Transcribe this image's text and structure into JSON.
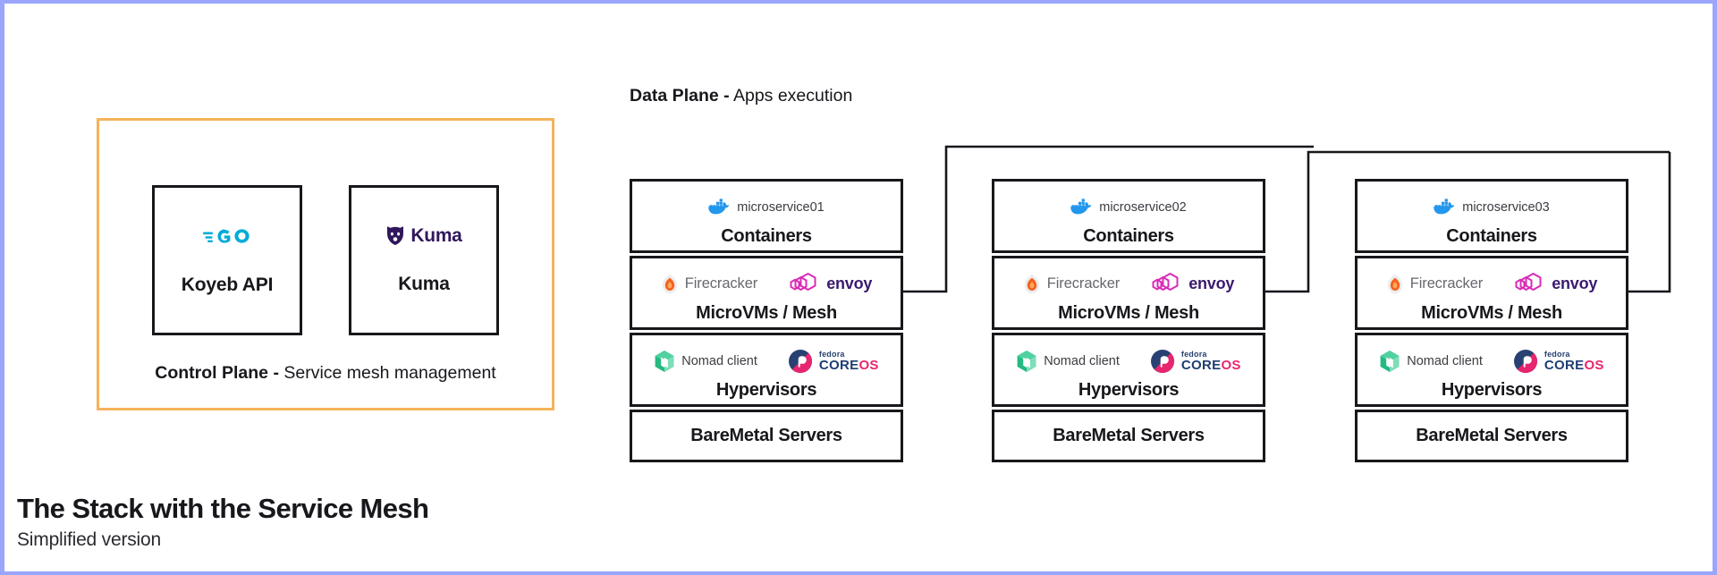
{
  "page": {
    "border_color": "#9aa5fb",
    "background": "#ffffff"
  },
  "title": {
    "main": "The Stack with the Service Mesh",
    "sub": "Simplified version"
  },
  "control_plane": {
    "border_color": "#f5b35b",
    "footer_bold": "Control Plane -",
    "footer_rest": " Service mesh management",
    "cards": [
      {
        "label": "Koyeb API",
        "logo_name": "go-logo",
        "logo_text": "GO",
        "logo_color": "#00acd7"
      },
      {
        "label": "Kuma",
        "logo_name": "kuma-logo",
        "logo_text": "Kuma",
        "logo_color": "#30175c"
      }
    ]
  },
  "data_plane": {
    "heading_bold": "Data Plane -",
    "heading_rest": " Apps execution",
    "stacks": [
      {
        "id": "stack-1",
        "layers": {
          "containers": {
            "title": "Containers",
            "icon_label": "microservice01",
            "icon_name": "docker-icon"
          },
          "microvms": {
            "title": "MicroVMs / Mesh",
            "icon1_label": "Firecracker",
            "icon1_name": "firecracker-icon",
            "icon2_label": "envoy",
            "icon2_name": "envoy-icon"
          },
          "hypervisors": {
            "title": "Hypervisors",
            "icon1_label": "Nomad client",
            "icon1_name": "nomad-icon",
            "icon2_fedora": "fedora",
            "icon2_core": "CORE",
            "icon2_os": "OS",
            "icon2_name": "fedora-coreos-icon"
          },
          "baremetal": {
            "title": "BareMetal Servers"
          }
        }
      },
      {
        "id": "stack-2",
        "layers": {
          "containers": {
            "title": "Containers",
            "icon_label": "microservice02",
            "icon_name": "docker-icon"
          },
          "microvms": {
            "title": "MicroVMs / Mesh",
            "icon1_label": "Firecracker",
            "icon1_name": "firecracker-icon",
            "icon2_label": "envoy",
            "icon2_name": "envoy-icon"
          },
          "hypervisors": {
            "title": "Hypervisors",
            "icon1_label": "Nomad client",
            "icon1_name": "nomad-icon",
            "icon2_fedora": "fedora",
            "icon2_core": "CORE",
            "icon2_os": "OS",
            "icon2_name": "fedora-coreos-icon"
          },
          "baremetal": {
            "title": "BareMetal Servers"
          }
        }
      },
      {
        "id": "stack-3",
        "layers": {
          "containers": {
            "title": "Containers",
            "icon_label": "microservice03",
            "icon_name": "docker-icon"
          },
          "microvms": {
            "title": "MicroVMs / Mesh",
            "icon1_label": "Firecracker",
            "icon1_name": "firecracker-icon",
            "icon2_label": "envoy",
            "icon2_name": "envoy-icon"
          },
          "hypervisors": {
            "title": "Hypervisors",
            "icon1_label": "Nomad client",
            "icon1_name": "nomad-icon",
            "icon2_fedora": "fedora",
            "icon2_core": "CORE",
            "icon2_os": "OS",
            "icon2_name": "fedora-coreos-icon"
          },
          "baremetal": {
            "title": "BareMetal Servers"
          }
        }
      }
    ]
  },
  "colors": {
    "stroke": "#17171c",
    "docker_blue": "#2396ed",
    "envoy_pink": "#d92bb7",
    "envoy_purple": "#3a1a6e",
    "firecracker_orange": "#f6621f",
    "nomad_green": "#25ba81",
    "fedora_navy": "#1f3d73",
    "fedora_pink": "#e8256f",
    "go_cyan": "#00acd7",
    "kuma_purple": "#30175c",
    "control_plane_orange": "#f5b35b"
  }
}
